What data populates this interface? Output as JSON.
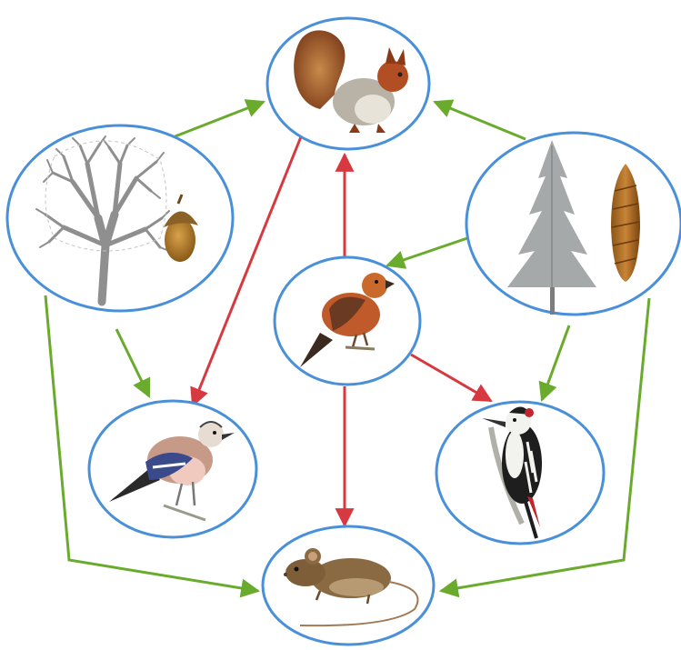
{
  "nodes": {
    "squirrel": {
      "icon": "squirrel-icon"
    },
    "oak": {
      "icon": "oak-tree-icon",
      "extra": "acorn-icon"
    },
    "spruce": {
      "icon": "spruce-tree-icon",
      "extra": "spruce-cone-icon"
    },
    "crossbill": {
      "icon": "crossbill-bird-icon"
    },
    "jay": {
      "icon": "jay-bird-icon"
    },
    "woodpecker": {
      "icon": "woodpecker-icon"
    },
    "mouse": {
      "icon": "mouse-icon"
    }
  },
  "colors": {
    "node_border": "#4a90d9",
    "green_arrow": "#6aab2e",
    "red_arrow": "#d6393f",
    "background": "#ffffff"
  },
  "links": [
    {
      "from": "oak",
      "to": "squirrel",
      "type": "green"
    },
    {
      "from": "spruce",
      "to": "squirrel",
      "type": "green"
    },
    {
      "from": "spruce",
      "to": "crossbill",
      "type": "green"
    },
    {
      "from": "oak",
      "to": "jay",
      "type": "green"
    },
    {
      "from": "spruce",
      "to": "woodpecker",
      "type": "green"
    },
    {
      "from": "oak",
      "to": "mouse",
      "type": "green"
    },
    {
      "from": "spruce",
      "to": "mouse",
      "type": "green"
    },
    {
      "from": "squirrel",
      "to": "jay",
      "type": "red"
    },
    {
      "from": "crossbill",
      "to": "squirrel",
      "type": "red"
    },
    {
      "from": "crossbill",
      "to": "woodpecker",
      "type": "red"
    },
    {
      "from": "crossbill",
      "to": "mouse",
      "type": "red"
    }
  ]
}
